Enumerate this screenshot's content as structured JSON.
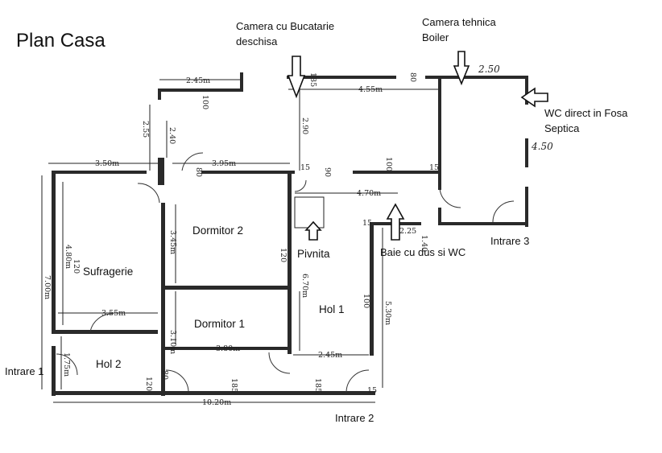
{
  "title": "Plan Casa",
  "rooms": {
    "dormitor2": "Dormitor 2",
    "dormitor1": "Dormitor 1",
    "sufragerie": "Sufragerie",
    "hol1": "Hol 1",
    "hol2": "Hol 2",
    "pivnita": "Pivnita"
  },
  "annotations": {
    "bucatarie_line1": "Camera cu Bucatarie",
    "bucatarie_line2": "deschisa",
    "tehnica_line1": "Camera tehnica",
    "tehnica_line2": "Boiler",
    "wc_line1": "WC direct in Fosa",
    "wc_line2": "Septica",
    "baie": "Baie cu dus si WC",
    "intrare1": "Intrare 1",
    "intrare2": "Intrare 2",
    "intrare3": "Intrare 3"
  },
  "dimensions": {
    "d_245_top": "2.45m",
    "d_350": "3.50m",
    "d_395": "3.95m",
    "d_455": "4.55m",
    "d_250": "2.50",
    "d_450": "4.50",
    "d_470": "4.70m",
    "d_225": "2.25",
    "d_140": "1.40",
    "d_290": "2.90",
    "d_255": "2.55",
    "d_240": "2.40",
    "d_345": "3.45m",
    "d_480": "4.80m",
    "d_700": "7.00m",
    "d_355": "3.55m",
    "d_310": "3.10m",
    "d_380": "3.80m",
    "d_670": "6.70m",
    "d_245_low": "2.45m",
    "d_530": "5.30m",
    "d_175": "1.75m",
    "d_1020": "10.20m",
    "s_185": "185",
    "s_80": "80",
    "s_15": "15",
    "s_90": "90",
    "s_100": "100",
    "s_120": "120"
  }
}
